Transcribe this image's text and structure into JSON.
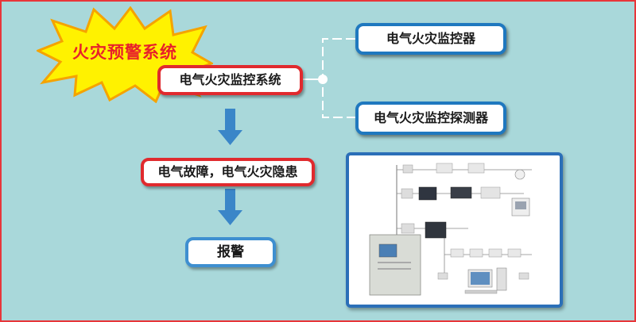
{
  "slide": {
    "burst_title": "火灾预警系统",
    "system_label": "电气火灾监控系统",
    "monitor_label": "电气火灾监控器",
    "detector_label": "电气火灾监控探测器",
    "fault_label": "电气故障，电气火灾隐患",
    "alarm_label": "报警"
  },
  "colors": {
    "background": "#a9d8da",
    "slide_border": "#e8363a",
    "burst_fill": "#fff200",
    "burst_title": "#e8212a",
    "pill_red": "#e02a2e",
    "pill_blue": "#3e8fd0",
    "arrow": "#3a86c8"
  },
  "icons": [
    "burst-star-icon",
    "down-arrow-icon",
    "bracket-connector-icon"
  ]
}
